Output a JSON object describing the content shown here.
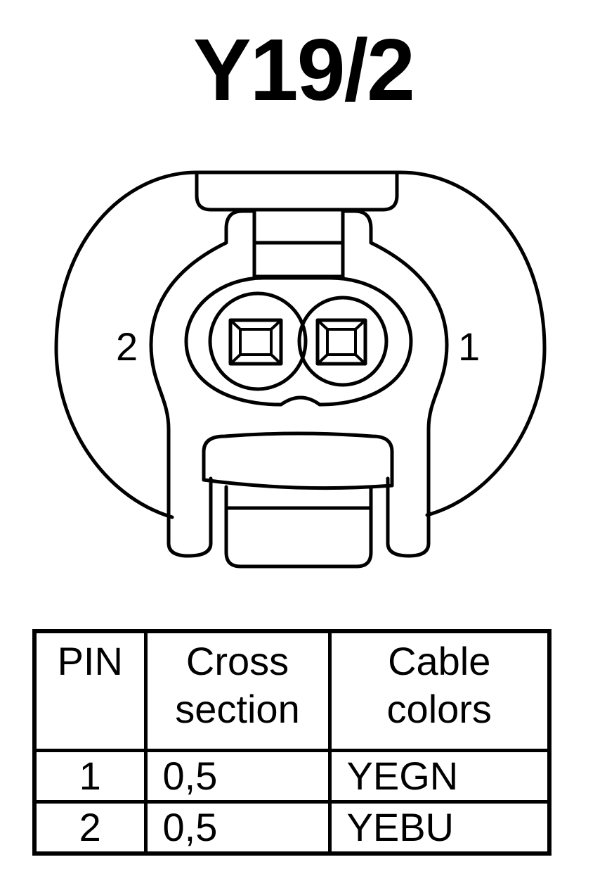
{
  "title": "Y19/2",
  "connector": {
    "pin_labels": [
      "2",
      "1"
    ]
  },
  "table": {
    "headers": {
      "pin": "PIN",
      "cross_line1": "Cross",
      "cross_line2": "section",
      "color_line1": "Cable",
      "color_line2": "colors"
    },
    "rows": [
      {
        "pin": "1",
        "cross_section": "0,5",
        "color": "YEGN"
      },
      {
        "pin": "2",
        "cross_section": "0,5",
        "color": "YEBU"
      }
    ]
  }
}
